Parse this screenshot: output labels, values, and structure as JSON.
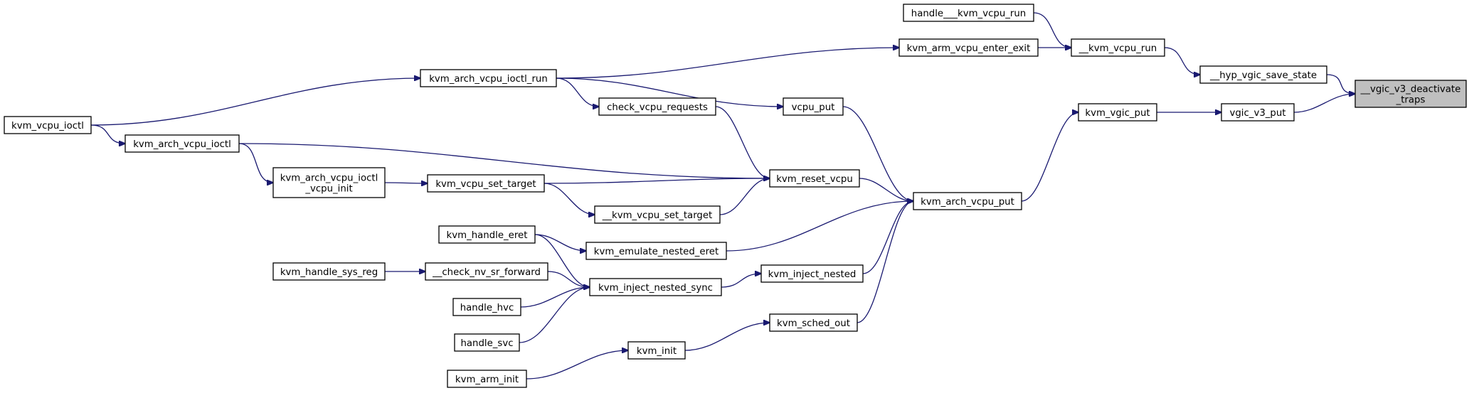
{
  "colors": {
    "edge": "#191970",
    "node_border": "#000000",
    "highlight_fill": "#bfbfbf"
  },
  "nodes": [
    {
      "id": "deactivate_traps",
      "lines": [
        "__vgic_v3_deactivate",
        "_traps"
      ],
      "highlight": true
    },
    {
      "id": "hyp_vgic_save_state",
      "lines": [
        "__hyp_vgic_save_state"
      ]
    },
    {
      "id": "vgic_v3_put",
      "lines": [
        "vgic_v3_put"
      ]
    },
    {
      "id": "kvm_vcpu_run_inner",
      "lines": [
        "__kvm_vcpu_run"
      ]
    },
    {
      "id": "kvm_vgic_put",
      "lines": [
        "kvm_vgic_put"
      ]
    },
    {
      "id": "handle_kvm_vcpu_run",
      "lines": [
        "handle___kvm_vcpu_run"
      ]
    },
    {
      "id": "kvm_arm_vcpu_enter_exit",
      "lines": [
        "kvm_arm_vcpu_enter_exit"
      ]
    },
    {
      "id": "kvm_arch_vcpu_put",
      "lines": [
        "kvm_arch_vcpu_put"
      ]
    },
    {
      "id": "kvm_arch_vcpu_ioctl_run",
      "lines": [
        "kvm_arch_vcpu_ioctl_run"
      ]
    },
    {
      "id": "vcpu_put",
      "lines": [
        "vcpu_put"
      ]
    },
    {
      "id": "kvm_reset_vcpu",
      "lines": [
        "kvm_reset_vcpu"
      ]
    },
    {
      "id": "kvm_emulate_nested_eret",
      "lines": [
        "kvm_emulate_nested_eret"
      ]
    },
    {
      "id": "kvm_inject_nested",
      "lines": [
        "kvm_inject_nested"
      ]
    },
    {
      "id": "kvm_sched_out",
      "lines": [
        "kvm_sched_out"
      ]
    },
    {
      "id": "kvm_vcpu_ioctl",
      "lines": [
        "kvm_vcpu_ioctl"
      ]
    },
    {
      "id": "check_vcpu_requests",
      "lines": [
        "check_vcpu_requests"
      ]
    },
    {
      "id": "kvm_arch_vcpu_ioctl",
      "lines": [
        "kvm_arch_vcpu_ioctl"
      ]
    },
    {
      "id": "kvm_vcpu_set_target",
      "lines": [
        "kvm_vcpu_set_target"
      ]
    },
    {
      "id": "kvm_vcpu_set_target_inner",
      "lines": [
        "__kvm_vcpu_set_target"
      ]
    },
    {
      "id": "kvm_arch_vcpu_ioctl_vcpu_init",
      "lines": [
        "kvm_arch_vcpu_ioctl",
        "_vcpu_init"
      ]
    },
    {
      "id": "kvm_handle_eret",
      "lines": [
        "kvm_handle_eret"
      ]
    },
    {
      "id": "kvm_inject_nested_sync",
      "lines": [
        "kvm_inject_nested_sync"
      ]
    },
    {
      "id": "check_nv_sr_forward",
      "lines": [
        "__check_nv_sr_forward"
      ]
    },
    {
      "id": "kvm_handle_sys_reg",
      "lines": [
        "kvm_handle_sys_reg"
      ]
    },
    {
      "id": "handle_hvc",
      "lines": [
        "handle_hvc"
      ]
    },
    {
      "id": "handle_svc",
      "lines": [
        "handle_svc"
      ]
    },
    {
      "id": "kvm_init",
      "lines": [
        "kvm_init"
      ]
    },
    {
      "id": "kvm_arm_init",
      "lines": [
        "kvm_arm_init"
      ]
    }
  ],
  "edges": [
    {
      "from": "hyp_vgic_save_state",
      "to": "deactivate_traps"
    },
    {
      "from": "vgic_v3_put",
      "to": "deactivate_traps"
    },
    {
      "from": "kvm_vcpu_run_inner",
      "to": "hyp_vgic_save_state"
    },
    {
      "from": "kvm_vgic_put",
      "to": "vgic_v3_put"
    },
    {
      "from": "handle_kvm_vcpu_run",
      "to": "kvm_vcpu_run_inner"
    },
    {
      "from": "kvm_arm_vcpu_enter_exit",
      "to": "kvm_vcpu_run_inner"
    },
    {
      "from": "kvm_arch_vcpu_put",
      "to": "kvm_vgic_put"
    },
    {
      "from": "kvm_arch_vcpu_ioctl_run",
      "to": "kvm_arm_vcpu_enter_exit"
    },
    {
      "from": "kvm_vcpu_ioctl",
      "to": "kvm_arch_vcpu_ioctl_run"
    },
    {
      "from": "kvm_arch_vcpu_ioctl_run",
      "to": "vcpu_put"
    },
    {
      "from": "kvm_arch_vcpu_ioctl_run",
      "to": "check_vcpu_requests"
    },
    {
      "from": "vcpu_put",
      "to": "kvm_arch_vcpu_put"
    },
    {
      "from": "kvm_reset_vcpu",
      "to": "kvm_arch_vcpu_put"
    },
    {
      "from": "kvm_emulate_nested_eret",
      "to": "kvm_arch_vcpu_put"
    },
    {
      "from": "kvm_inject_nested",
      "to": "kvm_arch_vcpu_put"
    },
    {
      "from": "kvm_sched_out",
      "to": "kvm_arch_vcpu_put"
    },
    {
      "from": "check_vcpu_requests",
      "to": "kvm_reset_vcpu"
    },
    {
      "from": "kvm_arch_vcpu_ioctl",
      "to": "kvm_reset_vcpu"
    },
    {
      "from": "kvm_vcpu_set_target",
      "to": "kvm_reset_vcpu"
    },
    {
      "from": "kvm_vcpu_set_target_inner",
      "to": "kvm_reset_vcpu"
    },
    {
      "from": "kvm_vcpu_set_target",
      "to": "kvm_vcpu_set_target_inner"
    },
    {
      "from": "kvm_arch_vcpu_ioctl_vcpu_init",
      "to": "kvm_vcpu_set_target"
    },
    {
      "from": "kvm_arch_vcpu_ioctl",
      "to": "kvm_arch_vcpu_ioctl_vcpu_init"
    },
    {
      "from": "kvm_vcpu_ioctl",
      "to": "kvm_arch_vcpu_ioctl"
    },
    {
      "from": "kvm_handle_eret",
      "to": "kvm_emulate_nested_eret"
    },
    {
      "from": "kvm_inject_nested_sync",
      "to": "kvm_inject_nested"
    },
    {
      "from": "kvm_handle_eret",
      "to": "kvm_inject_nested_sync"
    },
    {
      "from": "check_nv_sr_forward",
      "to": "kvm_inject_nested_sync"
    },
    {
      "from": "handle_hvc",
      "to": "kvm_inject_nested_sync"
    },
    {
      "from": "handle_svc",
      "to": "kvm_inject_nested_sync"
    },
    {
      "from": "kvm_handle_sys_reg",
      "to": "check_nv_sr_forward"
    },
    {
      "from": "kvm_init",
      "to": "kvm_sched_out"
    },
    {
      "from": "kvm_arm_init",
      "to": "kvm_init"
    }
  ]
}
